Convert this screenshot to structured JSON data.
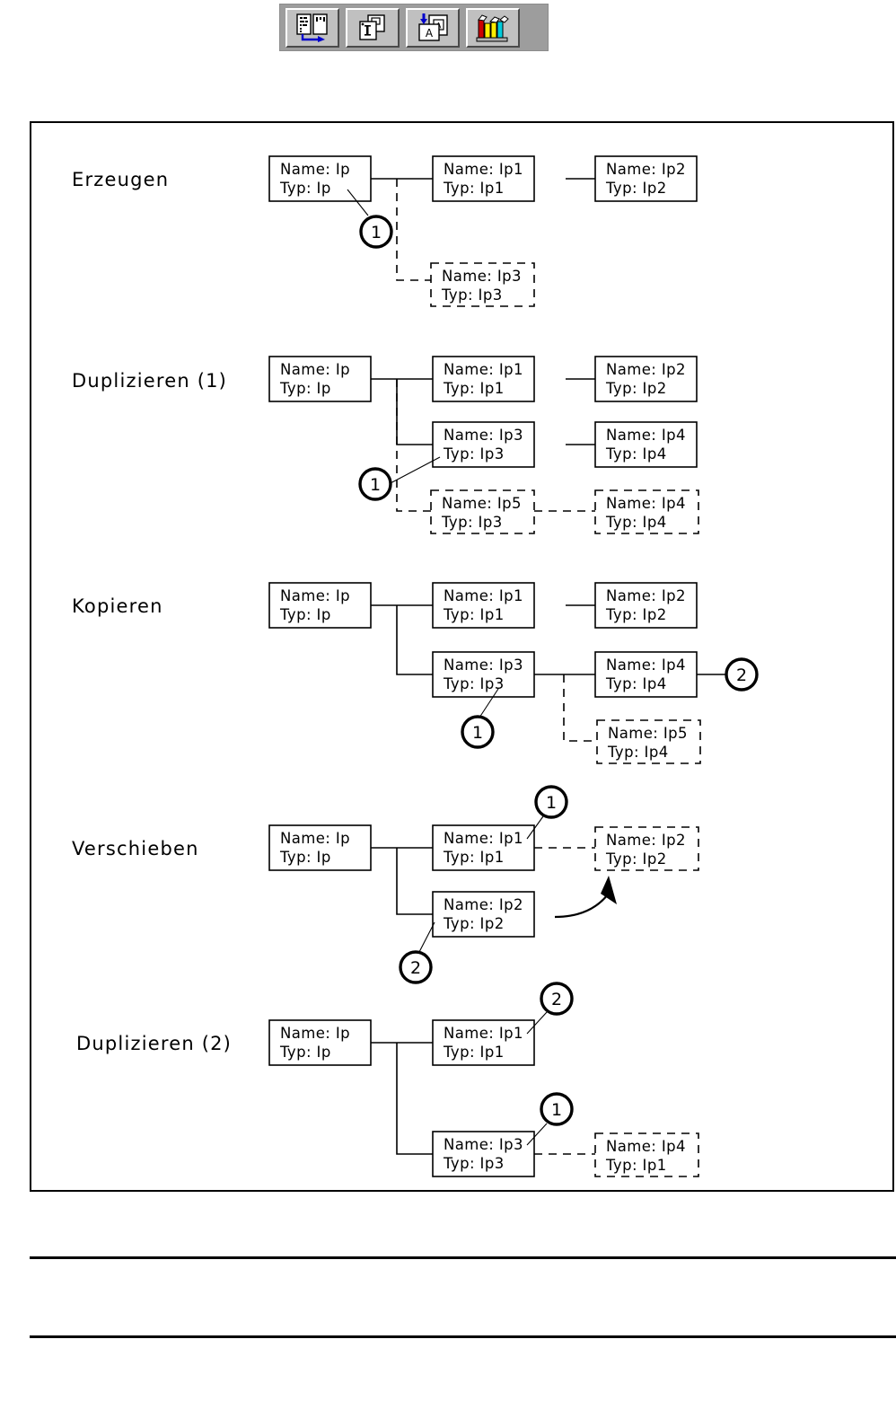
{
  "toolbar": {
    "buttons": [
      {
        "name": "split-window-icon",
        "tooltip": "Fenster teilen"
      },
      {
        "name": "duplicate-page-icon",
        "tooltip": "Duplizieren"
      },
      {
        "name": "copy-page-icon",
        "tooltip": "Kopieren"
      },
      {
        "name": "color-books-icon",
        "tooltip": "Bibliothek"
      }
    ]
  },
  "diagram": {
    "type": "tree-operations",
    "sections": [
      {
        "id": "erzeugen",
        "label": "Erzeugen",
        "nodes": [
          {
            "id": "e-root",
            "name_line": "Name:  Ip",
            "type_line": "Typ:  Ip",
            "style": "solid"
          },
          {
            "id": "e-ip1",
            "name_line": "Name:  Ip1",
            "type_line": "Typ:  Ip1",
            "style": "solid"
          },
          {
            "id": "e-ip2",
            "name_line": "Name:  Ip2",
            "type_line": "Typ:  Ip2",
            "style": "solid"
          },
          {
            "id": "e-ip3",
            "name_line": "Name:  Ip3",
            "type_line": "Typ:  Ip3",
            "style": "dashed"
          }
        ],
        "markers": [
          {
            "id": "e-m1",
            "label": "1"
          }
        ]
      },
      {
        "id": "duplizieren-1",
        "label": "Duplizieren  (1)",
        "nodes": [
          {
            "id": "d1-root",
            "name_line": "Name:  Ip",
            "type_line": "Typ:  Ip",
            "style": "solid"
          },
          {
            "id": "d1-ip1",
            "name_line": "Name:  Ip1",
            "type_line": "Typ:  Ip1",
            "style": "solid"
          },
          {
            "id": "d1-ip2",
            "name_line": "Name:  Ip2",
            "type_line": "Typ:  Ip2",
            "style": "solid"
          },
          {
            "id": "d1-ip3",
            "name_line": "Name:  Ip3",
            "type_line": "Typ:  Ip3",
            "style": "solid"
          },
          {
            "id": "d1-ip4",
            "name_line": "Name:  Ip4",
            "type_line": "Typ:  Ip4",
            "style": "solid"
          },
          {
            "id": "d1-ip5",
            "name_line": "Name:  Ip5",
            "type_line": "Typ:  Ip3",
            "style": "dashed"
          },
          {
            "id": "d1-ip4b",
            "name_line": "Name:  Ip4",
            "type_line": "Typ:  Ip4",
            "style": "dashed"
          }
        ],
        "markers": [
          {
            "id": "d1-m1",
            "label": "1"
          }
        ]
      },
      {
        "id": "kopieren",
        "label": "Kopieren",
        "nodes": [
          {
            "id": "k-root",
            "name_line": "Name:  Ip",
            "type_line": "Typ:  Ip",
            "style": "solid"
          },
          {
            "id": "k-ip1",
            "name_line": "Name:  Ip1",
            "type_line": "Typ:  Ip1",
            "style": "solid"
          },
          {
            "id": "k-ip2",
            "name_line": "Name:  Ip2",
            "type_line": "Typ:  Ip2",
            "style": "solid"
          },
          {
            "id": "k-ip3",
            "name_line": "Name:  Ip3",
            "type_line": "Typ:  Ip3",
            "style": "solid"
          },
          {
            "id": "k-ip4",
            "name_line": "Name:  Ip4",
            "type_line": "Typ:  Ip4",
            "style": "solid"
          },
          {
            "id": "k-ip5",
            "name_line": "Name:  Ip5",
            "type_line": "Typ:  Ip4",
            "style": "dashed"
          }
        ],
        "markers": [
          {
            "id": "k-m1",
            "label": "1"
          },
          {
            "id": "k-m2",
            "label": "2"
          }
        ]
      },
      {
        "id": "verschieben",
        "label": "Verschieben",
        "nodes": [
          {
            "id": "v-root",
            "name_line": "Name:  Ip",
            "type_line": "Typ:  Ip",
            "style": "solid"
          },
          {
            "id": "v-ip1",
            "name_line": "Name:  Ip1",
            "type_line": "Typ:  Ip1",
            "style": "solid"
          },
          {
            "id": "v-ip2d",
            "name_line": "Name:  Ip2",
            "type_line": "Typ:  Ip2",
            "style": "dashed"
          },
          {
            "id": "v-ip2",
            "name_line": "Name:  Ip2",
            "type_line": "Typ:  Ip2",
            "style": "solid"
          }
        ],
        "markers": [
          {
            "id": "v-m1",
            "label": "1"
          },
          {
            "id": "v-m2",
            "label": "2"
          }
        ]
      },
      {
        "id": "duplizieren-2",
        "label": "Duplizieren  (2)",
        "nodes": [
          {
            "id": "d2-root",
            "name_line": "Name:  Ip",
            "type_line": "Typ:  Ip",
            "style": "solid"
          },
          {
            "id": "d2-ip1",
            "name_line": "Name:  Ip1",
            "type_line": "Typ:  Ip1",
            "style": "solid"
          },
          {
            "id": "d2-ip3",
            "name_line": "Name:  Ip3",
            "type_line": "Typ:  Ip3",
            "style": "solid"
          },
          {
            "id": "d2-ip4",
            "name_line": "Name:  Ip4",
            "type_line": "Typ:  Ip1",
            "style": "dashed"
          }
        ],
        "markers": [
          {
            "id": "d2-m2",
            "label": "2"
          },
          {
            "id": "d2-m1",
            "label": "1"
          }
        ]
      }
    ]
  },
  "colors": {
    "line": "#000000",
    "paper": "#ffffff",
    "toolbar_bg": "#9d9d9d",
    "button_face": "#c0c0c0",
    "icon_blue": "#0000cc",
    "icon_red": "#cc0000",
    "icon_yellow": "#ffee00",
    "icon_cyan": "#00ccdd"
  }
}
